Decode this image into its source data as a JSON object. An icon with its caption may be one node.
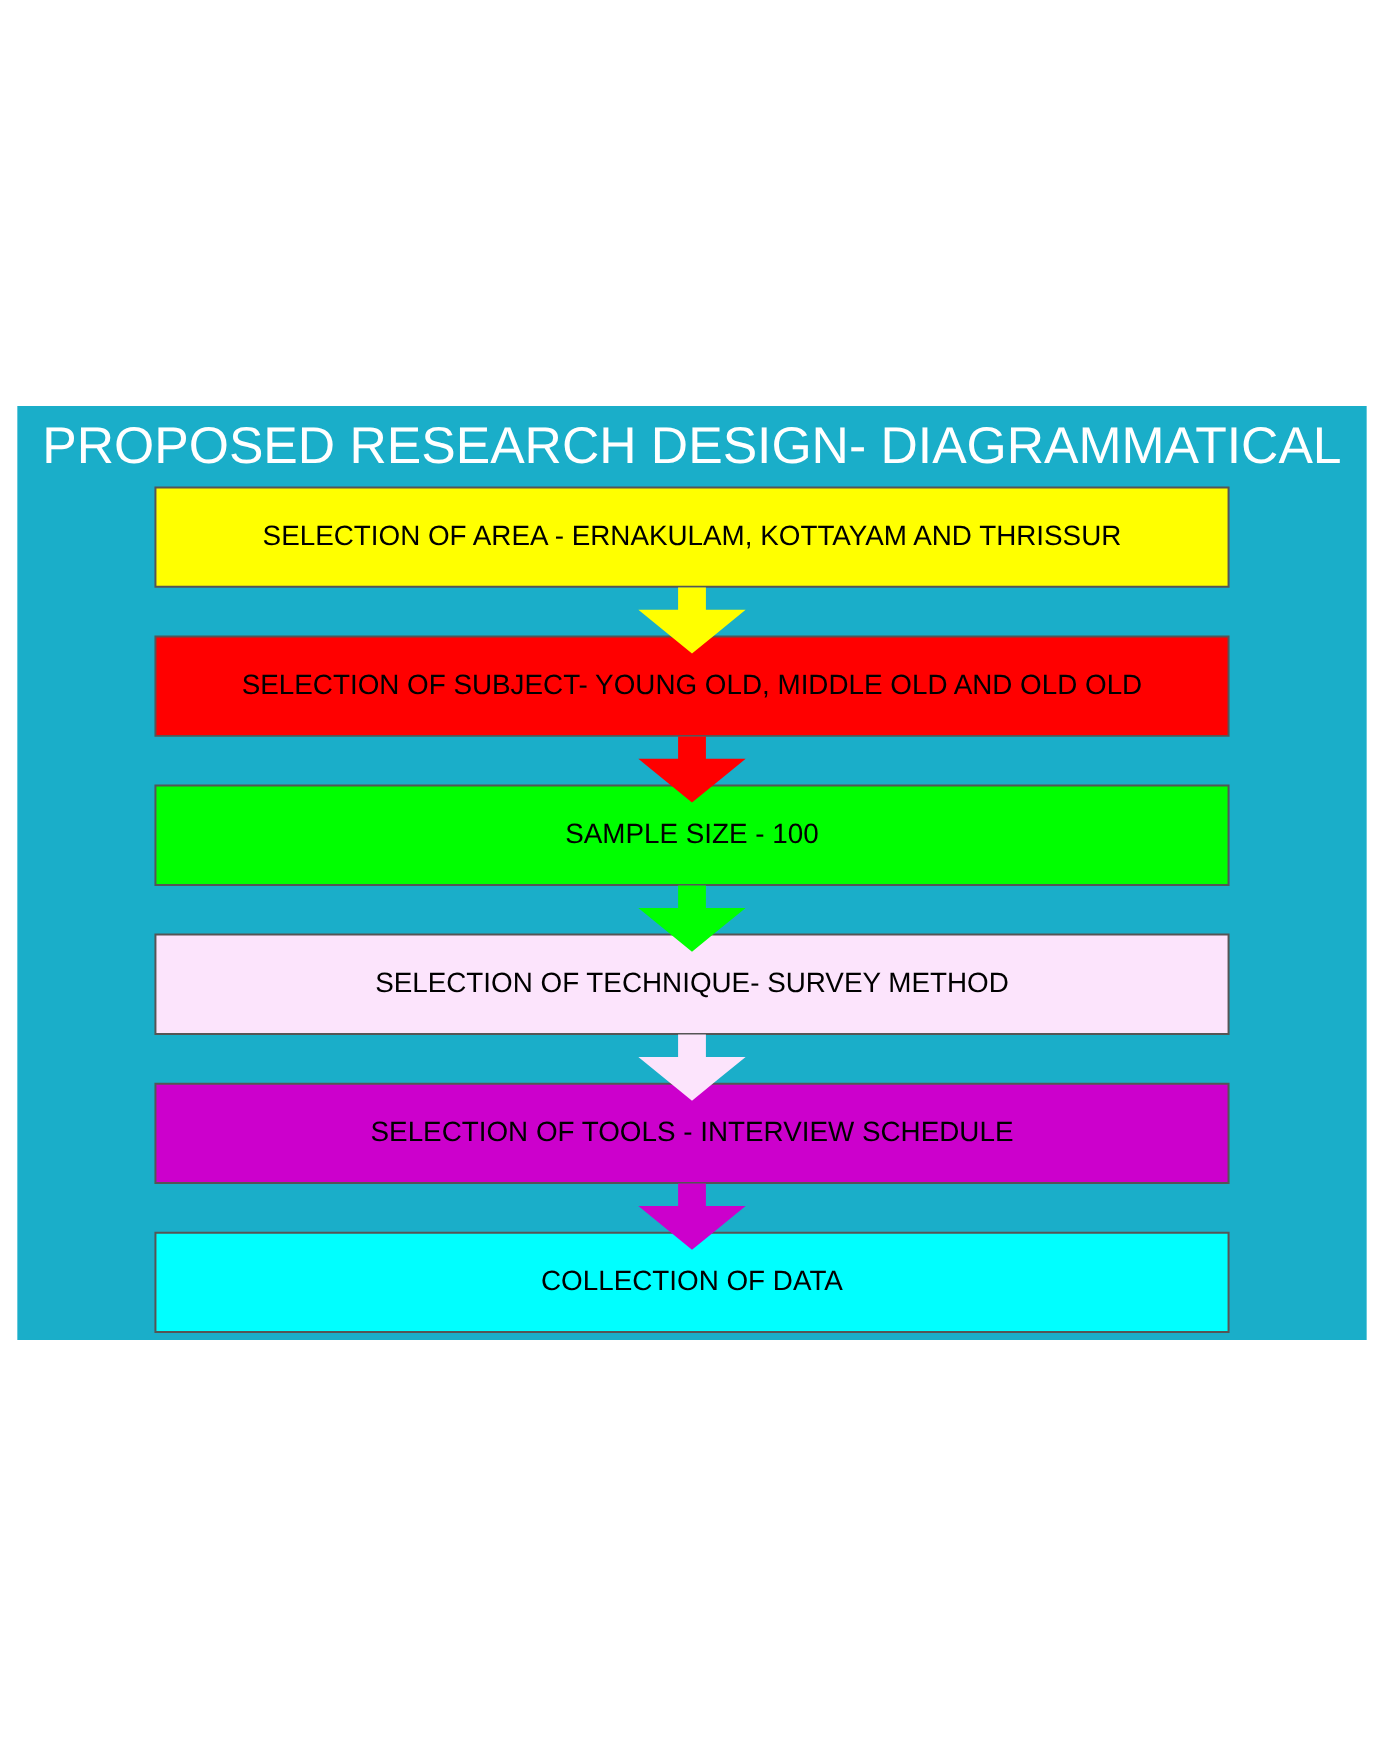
{
  "diagram": {
    "title": "PROPOSED RESEARCH DESIGN- DIAGRAMMATICAL",
    "nodes": [
      {
        "text": [
          "SELECTION OF AREA - ERNAKULAM, KOTTAYAM AND THRISSUR"
        ]
      },
      {
        "text": [
          "SELECTION OF SUBJECT- YOUNG OLD, MIDDLE OLD AND OLD OLD"
        ]
      },
      {
        "text": [
          "SAMPLE SIZE - 100"
        ]
      },
      {
        "text": [
          "SELECTION OF TECHNIQUE- SURVEY METHOD"
        ]
      },
      {
        "text": [
          "SELECTION OF TOOLS - INTERVIEW SCHEDULE"
        ]
      },
      {
        "text": [
          "COLLECTION OF DATA"
        ]
      }
    ],
    "edges": [
      {
        "from": 0,
        "to": 1,
        "arrow": "to",
        "color": "#ffff00"
      },
      {
        "from": 1,
        "to": 2,
        "arrow": "to",
        "color": "#ff0000"
      },
      {
        "from": 2,
        "to": 3,
        "arrow": "to",
        "color": "#00ff00"
      },
      {
        "from": 3,
        "to": 4,
        "arrow": "to",
        "color": "#fce4fc"
      },
      {
        "from": 4,
        "to": 5,
        "arrow": "to",
        "color": "#cc00cc"
      }
    ]
  }
}
